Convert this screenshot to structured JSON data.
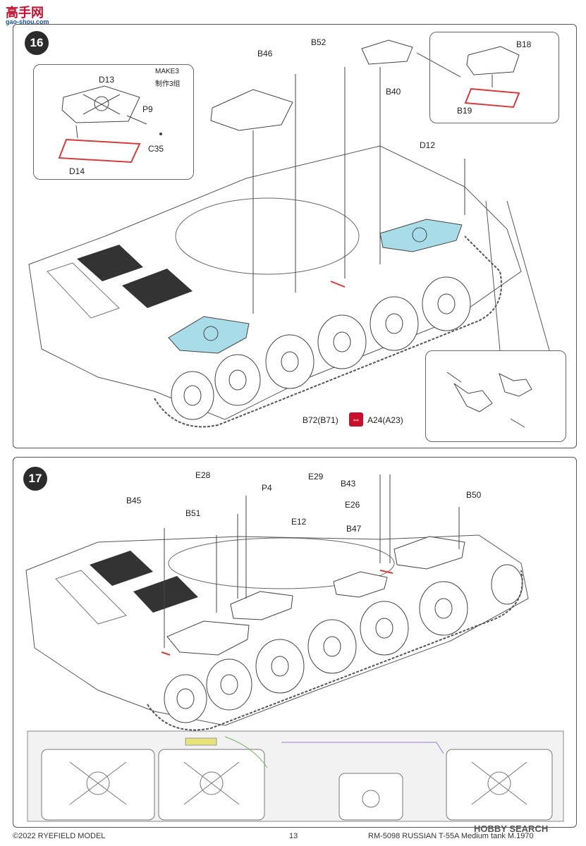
{
  "header": {
    "watermark_logo": "高手网",
    "watermark_url": "gao-shou.com"
  },
  "step16": {
    "number": "16",
    "labels": {
      "b46": "B46",
      "b52": "B52",
      "b40": "B40",
      "b18": "B18",
      "b19": "B19",
      "d13": "D13",
      "p9": "P9",
      "c35": "C35",
      "d14": "D14",
      "d12": "D12",
      "b72": "B72(B71)",
      "a24": "A24(A23)"
    },
    "make_note": {
      "line1": "MAKE3",
      "line2": "制作3组"
    }
  },
  "step17": {
    "number": "17",
    "labels": {
      "e28": "E28",
      "e29": "E29",
      "p4": "P4",
      "b43": "B43",
      "b50": "B50",
      "b45": "B45",
      "b51": "B51",
      "e12": "E12",
      "e26": "E26",
      "b47": "B47"
    }
  },
  "footer": {
    "copyright": "©2022 RYEFIELD MODEL",
    "page": "13",
    "title": "RM-5098 RUSSIAN T-55A Medium tank M.1970",
    "watermark": "HOBBY SEARCH"
  },
  "colors": {
    "highlight": "#a8dce8",
    "red_part": "#d83a3a",
    "step_badge": "#2b2b2b"
  }
}
